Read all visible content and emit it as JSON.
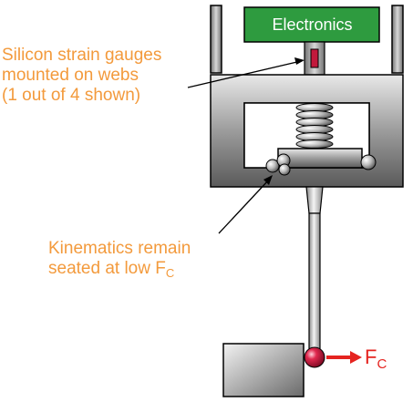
{
  "colors": {
    "label": "#f39a3c",
    "electronics_box": "#2e9b3f",
    "electronics_text": "#ffffff",
    "force_arrow": "#e52420",
    "stylus_ball": "#c2193c",
    "gauge": "#c2193c",
    "outline": "#000000"
  },
  "electronics": {
    "label": "Electronics"
  },
  "labels": {
    "strain_gauges": [
      "Silicon strain gauges",
      "mounted on webs",
      "(1 out of 4 shown)"
    ],
    "kinematics_line1": "Kinematics remain",
    "kinematics_line2_main": "seated at low F",
    "kinematics_line2_sub": "C"
  },
  "force": {
    "symbol": "F",
    "subscript": "C"
  }
}
